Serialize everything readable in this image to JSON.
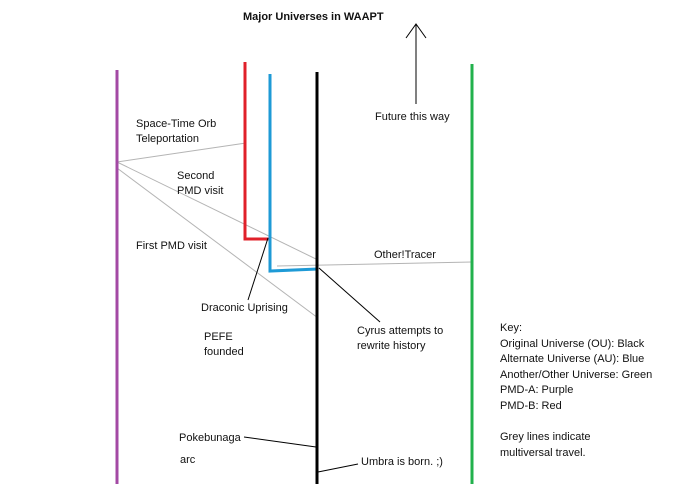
{
  "title": "Major Universes in WAAPT",
  "future_label": "Future this way",
  "colors": {
    "original": "#000000",
    "alternate": "#1e9ad6",
    "other": "#22b14c",
    "pmd_a": "#a349a4",
    "pmd_b": "#e0202a",
    "travel": "#b4b4b4"
  },
  "labels": {
    "space_time_orb": "Space-Time Orb\nTeleportation",
    "second_pmd_visit": "Second\nPMD visit",
    "first_pmd_visit": "First PMD visit",
    "other_tracer": "Other!Tracer",
    "draconic_uprising": "Draconic Uprising",
    "pefe_founded": "PEFE\nfounded",
    "cyrus": "Cyrus attempts to\nrewrite history",
    "pokebunaga": "Pokebunaga",
    "arc": "arc",
    "umbra": "Umbra is born. ;)"
  },
  "key": {
    "heading": "Key:",
    "items": [
      "Original Universe (OU): Black",
      "Alternate Universe (AU): Blue",
      "Another/Other Universe: Green",
      "PMD-A: Purple",
      "PMD-B: Red"
    ],
    "note": "Grey lines indicate\nmultiversal travel."
  }
}
